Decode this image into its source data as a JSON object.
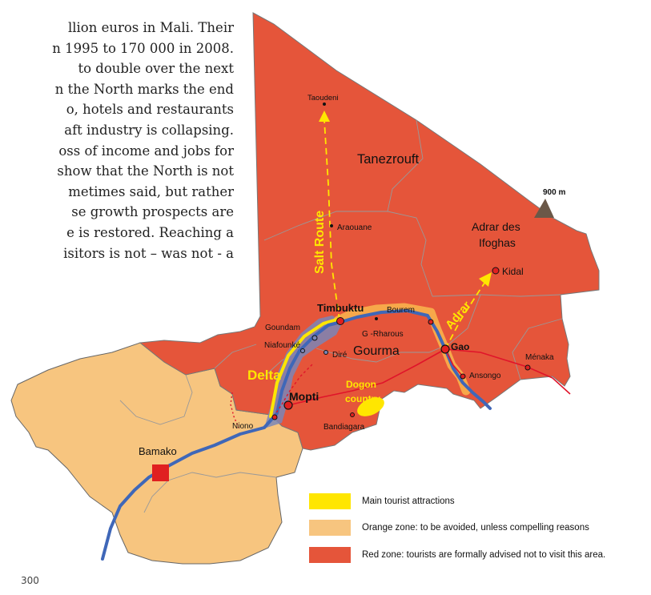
{
  "text_lines": [
    "llion euros in Mali. Their",
    "n 1995 to 170 000 in 2008.",
    "to double over the next",
    "n the North marks the end",
    "o, hotels and restaurants",
    "aft industry is collapsing.",
    "oss of income and jobs for",
    "show that the North is not",
    "metimes said, but rather",
    "se growth prospects are",
    "e is restored. Reaching a",
    "isitors is not – was not - a"
  ],
  "page_number": "300",
  "colors": {
    "red_zone": "#e5553a",
    "orange_zone": "#f7c57f",
    "attraction": "#ffe600",
    "river": "#3f67b8",
    "road": "#e0142a",
    "route_yellow": "#ffe600",
    "delta": "#7b86b7",
    "capital": "#e02020"
  },
  "map": {
    "regions": {
      "tanezrouft": "Tanezrouft",
      "adrar_line1": "Adrar des",
      "adrar_line2": "Ifoghas",
      "gourma": "Gourma",
      "dogon_line1": "Dogon",
      "dogon_line2": "country",
      "delta": "Delta"
    },
    "routes": {
      "salt_route": "Salt Route",
      "adrar": "Adrar"
    },
    "mountain": "900 m",
    "cities": {
      "taoudeni": "Taoudeni",
      "araouane": "Araouane",
      "timbuktu": "Timbuktu",
      "goundam": "Goundam",
      "niafounke": "Niafounké",
      "dire": "Diré",
      "rharous": "G -Rharous",
      "bourem": "Bourem",
      "gao": "Gao",
      "kidal": "Kidal",
      "menaka": "Ménaka",
      "ansongo": "Ansongo",
      "mopti": "Mopti",
      "bandiagara": "Bandiagara",
      "niono": "Niono",
      "bamako": "Bamako"
    }
  },
  "legend": [
    {
      "label": "Main tourist attractions",
      "color": "#ffe600"
    },
    {
      "label": "Orange zone: to be avoided, unless compelling reasons",
      "color": "#f7c57f"
    },
    {
      "label": "Red zone: tourists are formally advised not to visit this area.",
      "color": "#e5553a"
    }
  ]
}
